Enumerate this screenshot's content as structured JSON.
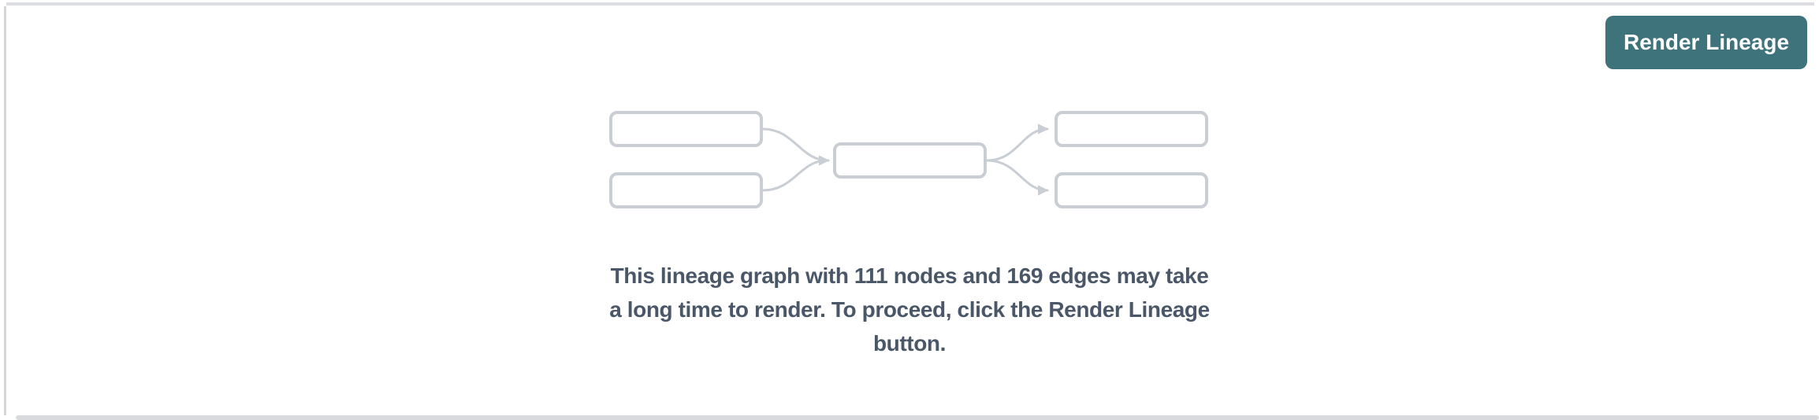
{
  "theme": {
    "accent": "#3e737b",
    "button-text": "#ffffff",
    "node-border": "#c9cdd4",
    "edge": "#c9cdd4",
    "message-color": "#4a5768",
    "divider-top": "#dcdde2",
    "divider-left": "#d6d7db",
    "scrollbar": "#d9dadd",
    "page-bg": "#ffffff"
  },
  "toolbar": {
    "render_lineage_label": "Render Lineage"
  },
  "message": {
    "full_text": "This lineage graph with 111 nodes and 169 edges may take a long time to render. To proceed, click the Render Lineage button.",
    "lines": [
      "This lineage graph with 111 nodes and 169 edges may take",
      "a long time to render. To proceed, click the Render Lineage",
      "button."
    ],
    "node_count": "111",
    "edge_count": "169"
  },
  "illustration": {
    "name": "lineage-placeholder-graph",
    "placeholder_nodes": 5,
    "placeholder_edges": 4
  }
}
